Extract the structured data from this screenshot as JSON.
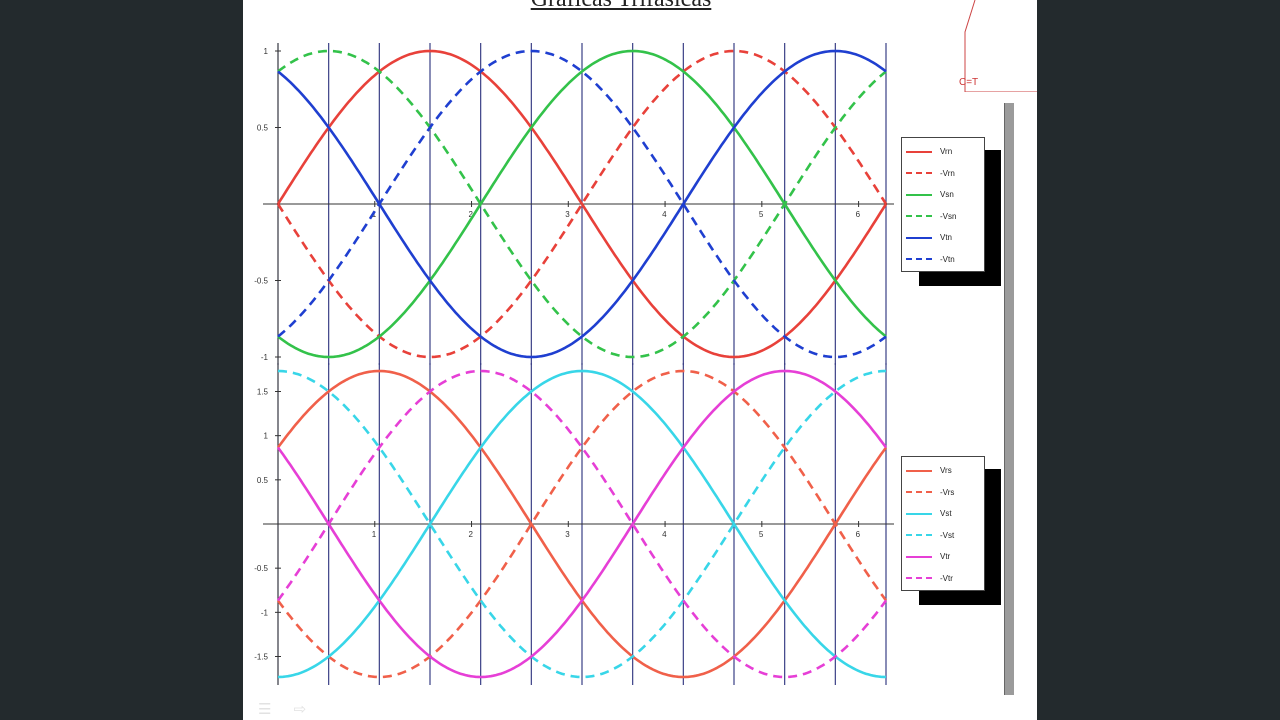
{
  "page": {
    "title": "Gráficas Trifásicas",
    "corner_label": "C=T",
    "footer_icons": [
      "menu-icon",
      "forward-arrow-icon"
    ]
  },
  "chart_data": [
    {
      "type": "line",
      "title": "",
      "xlim": [
        0,
        6.2832
      ],
      "ylim": [
        -1,
        1
      ],
      "xticks": [
        "1",
        "2",
        "3",
        "4",
        "5",
        "6"
      ],
      "xtick_values": [
        1,
        2,
        3,
        4,
        5,
        6
      ],
      "yticks": [
        "1",
        "0.5",
        "-0.5",
        "-1"
      ],
      "ytick_values": [
        1,
        0.5,
        -0.5,
        -1
      ],
      "vlines_step": 0.5236,
      "series": [
        {
          "name": "Vrn",
          "amplitude": 1,
          "phase_deg": 0,
          "color": "#e8413a",
          "dashed": false
        },
        {
          "name": "-Vrn",
          "amplitude": 1,
          "phase_deg": 180,
          "color": "#e8413a",
          "dashed": true
        },
        {
          "name": "Vsn",
          "amplitude": 1,
          "phase_deg": -120,
          "color": "#33c24a",
          "dashed": false
        },
        {
          "name": "-Vsn",
          "amplitude": 1,
          "phase_deg": 60,
          "color": "#33c24a",
          "dashed": true
        },
        {
          "name": "Vtn",
          "amplitude": 1,
          "phase_deg": 120,
          "color": "#1f3fd0",
          "dashed": false
        },
        {
          "name": "-Vtn",
          "amplitude": 1,
          "phase_deg": -60,
          "color": "#1f3fd0",
          "dashed": true
        }
      ]
    },
    {
      "type": "line",
      "title": "",
      "xlim": [
        0,
        6.2832
      ],
      "ylim": [
        -1.732,
        1.732
      ],
      "xticks": [
        "1",
        "2",
        "3",
        "4",
        "5",
        "6"
      ],
      "xtick_values": [
        1,
        2,
        3,
        4,
        5,
        6
      ],
      "yticks": [
        "1.5",
        "1",
        "0.5",
        "-0.5",
        "-1",
        "-1.5"
      ],
      "ytick_values": [
        1.5,
        1,
        0.5,
        -0.5,
        -1,
        -1.5
      ],
      "vlines_step": 0.5236,
      "series": [
        {
          "name": "Vrs",
          "amplitude": 1.732,
          "phase_deg": 30,
          "color": "#f0604a",
          "dashed": false
        },
        {
          "name": "-Vrs",
          "amplitude": 1.732,
          "phase_deg": -150,
          "color": "#f0604a",
          "dashed": true
        },
        {
          "name": "Vst",
          "amplitude": 1.732,
          "phase_deg": -90,
          "color": "#38d6e8",
          "dashed": false
        },
        {
          "name": "-Vst",
          "amplitude": 1.732,
          "phase_deg": 90,
          "color": "#38d6e8",
          "dashed": true
        },
        {
          "name": "Vtr",
          "amplitude": 1.732,
          "phase_deg": 150,
          "color": "#e63fd6",
          "dashed": false
        },
        {
          "name": "-Vtr",
          "amplitude": 1.732,
          "phase_deg": -30,
          "color": "#e63fd6",
          "dashed": true
        }
      ]
    }
  ]
}
